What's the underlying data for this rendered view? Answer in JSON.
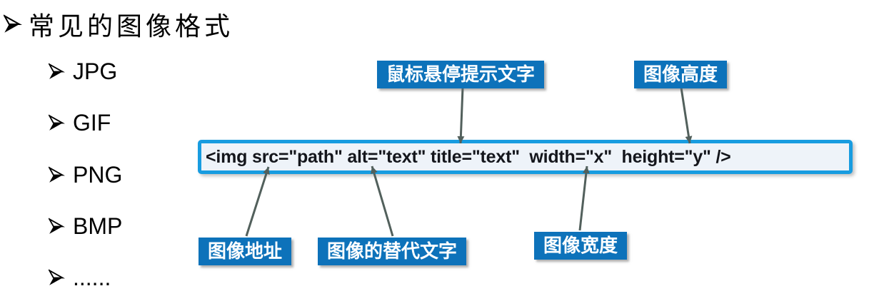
{
  "title": {
    "text": "常见的图像格式"
  },
  "format_list": {
    "items": [
      "JPG",
      "GIF",
      "PNG",
      "BMP",
      "......"
    ]
  },
  "code_box": {
    "code": "<img src=\"path\" alt=\"text\" title=\"text\"  width=\"x\"  height=\"y\" />"
  },
  "callouts": {
    "tooltip_label": "鼠标悬停提示文字",
    "height_label": "图像高度",
    "src_label": "图像地址",
    "alt_label": "图像的替代文字",
    "width_label": "图像宽度"
  },
  "icons": {
    "bullet": "arrowhead-bullet"
  },
  "colors": {
    "background": "#ffffff",
    "body_text": "#000000",
    "label_bg": "#0d72ba",
    "label_text": "#ffffff",
    "code_border": "#189ce0",
    "code_bg": "#eef3f9",
    "code_text": "#14161c",
    "arrow": "#52605c"
  }
}
